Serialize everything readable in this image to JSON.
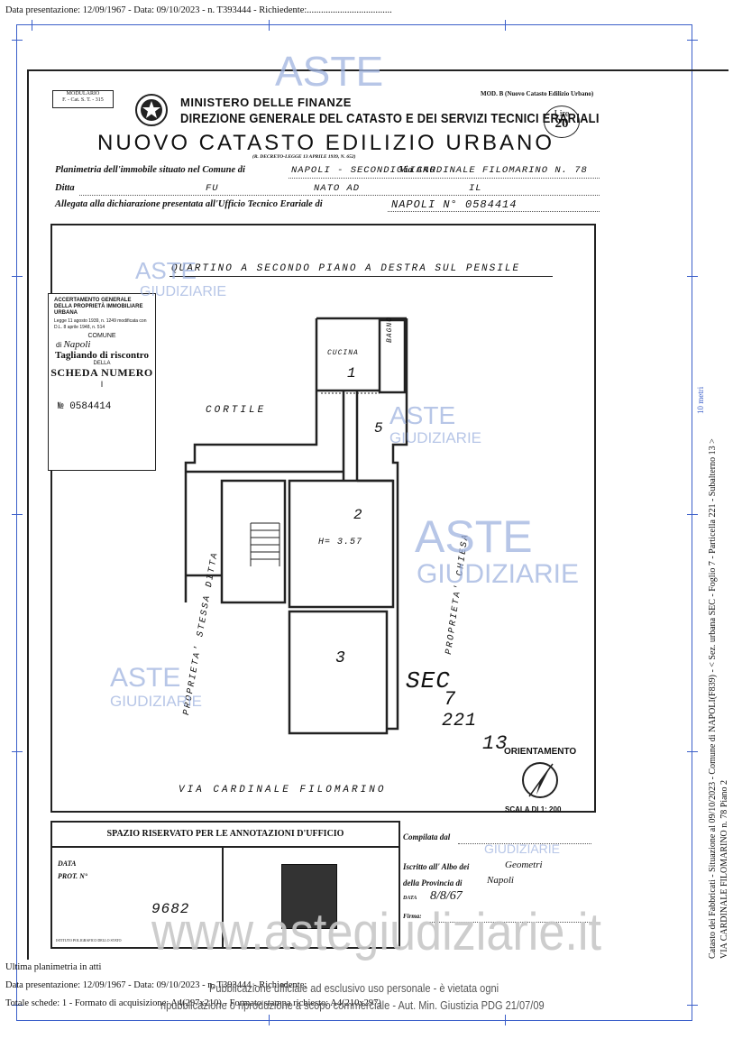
{
  "header_line": "Data presentazione: 12/09/1967 - Data: 09/10/2023 - n. T393444 - Richiedente:....................................",
  "form": {
    "modulario": "MODULARIO\nF. - Cat. S. T. - 315",
    "ministero": "MINISTERO DELLE FINANZE",
    "direzione": "DIREZIONE GENERALE DEL CATASTO E DEI SERVIZI TECNICI ERARIALI",
    "mod_b": "MOD. B (Nuovo Catasto Edilizio Urbano)",
    "lire_label": "Lire",
    "lire_value": "20",
    "title": "NUOVO CATASTO EDILIZIO URBANO",
    "decreto": "(R. DECRETO-LEGGE 13 APRILE 1939, N. 652)",
    "planimetria_label": "Planimetria dell'immobile situato nel Comune di",
    "comune_value": "NAPOLI - SECONDIGLIANO",
    "via_label": "Via",
    "via_value": "CARDINALE FILOMARINO N. 78",
    "ditta_label": "Ditta",
    "fu_value": "FU",
    "nato_value": "NATO AD",
    "il_value": "IL",
    "allegata_label": "Allegata alla dichiarazione presentata all'Ufficio Tecnico Erariale di",
    "allegata_value": "NAPOLI N° 0584414"
  },
  "plan": {
    "heading": "QUARTINO A SECONDO PIANO A DESTRA SUL PENSILE",
    "cucina": "CUCINA",
    "cucina_num": "1",
    "bagno": "BAGNO",
    "room_5": "5",
    "cortile": "CORTILE",
    "room_2": "2",
    "height": "H= 3.57",
    "room_3": "3",
    "prop_left": "PROPRIETA' STESSA DITTA",
    "prop_right": "PROPRIETA' CHIESA",
    "sec": "SEC",
    "foglio": "7",
    "particella": "221",
    "subalterno": "13",
    "orientamento": "ORIENTAMENTO",
    "scala": "SCALA DI 1: 200",
    "street": "VIA CARDINALE FILOMARINO"
  },
  "stamp": {
    "l1": "ACCERTAMENTO GENERALE DELLA PROPRIETÀ IMMOBILIARE URBANA",
    "l2": "Legge 11 agosto 1939, n. 1249 modificata con D.L. 8 aprile 1948, n. 514",
    "comune": "COMUNE",
    "di": "di",
    "di_value": "Napoli",
    "tagliando": "Tagliando di riscontro",
    "della": "DELLA",
    "scheda": "SCHEDA NUMERO",
    "scheda_num": "I",
    "numero": "№ 0584414"
  },
  "office": {
    "riservato": "SPAZIO RISERVATO PER LE ANNOTAZIONI D'UFFICIO",
    "data": "DATA",
    "prot": "PROT. N°",
    "handnum": "9682",
    "compilata": "Compilata dal",
    "iscritto": "Iscritto all' Albo dei",
    "iscritto_value": "Geometri",
    "provincia": "della Provincia di",
    "provincia_value": "Napoli",
    "data2": "DATA",
    "data2_value": "8/8/67",
    "firma": "Firma:",
    "istituto": "ISTITUTO POLIGRAFICO DELLO STATO"
  },
  "side_text": "Catasto dei Fabbricati - Situazione al 09/10/2023 - Comune di NAPOLI(F839) - < Sez. urbana SEC - Foglio 7 - Particella 221 - Subalterno 13 >",
  "side_text2": "VIA CARDINALE FILOMARINO n. 78 Piano 2",
  "scale_marker": "10 metri",
  "watermark": {
    "aste": "ASTE",
    "giudiziarie": "GIUDIZIARIE",
    "site": "www.astegiudiziarie.it"
  },
  "footer": {
    "ultima": "Ultima planimetria in atti",
    "presentazione": "Data presentazione: 12/09/1967 - Data: 09/10/2023 - n. T393444 - Richiedente:",
    "schede": "Totale schede: 1 - Formato di acquisizione: A4(297x210) - Formato stampa richiesto: A4(210x297)",
    "pub1": "Pubblicazione ufficiale ad esclusivo uso personale - è vietata ogni",
    "pub2": "ripubblicazione o riproduzione a scopo commerciale - Aut. Min. Giustizia PDG 21/07/09"
  }
}
